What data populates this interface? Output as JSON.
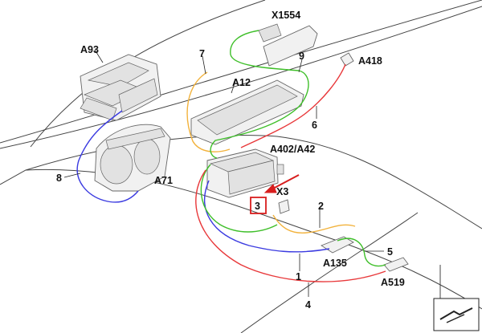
{
  "labels": {
    "x1554": "X1554",
    "a93": "A93",
    "n7": "7",
    "n9": "9",
    "a418": "A418",
    "a12": "A12",
    "n6": "6",
    "a402": "A402/A42",
    "n8": "8",
    "a71": "A71",
    "x3": "X3",
    "n3": "3",
    "n2": "2",
    "n5": "5",
    "a135": "A135",
    "n1": "1",
    "a519": "A519",
    "n4": "4"
  },
  "colors": {
    "green": "#3fbf2a",
    "red": "#e8383a",
    "blue": "#3a3ae0",
    "orange": "#f2b23c",
    "highlight": "#d81e1e"
  },
  "highlighted_part": "3"
}
